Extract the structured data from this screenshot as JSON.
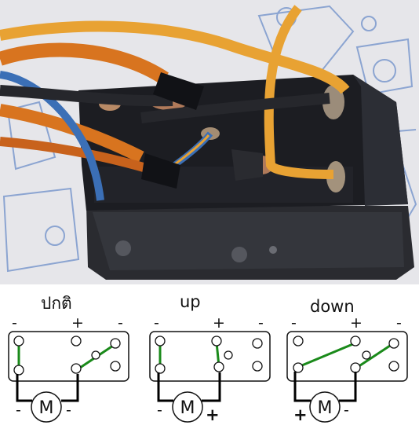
{
  "diagrams": [
    {
      "title": "ปกติ",
      "top_signs": [
        "-",
        "+",
        "-"
      ],
      "bottom_left_sign": "-",
      "bottom_right_sign": "-",
      "motor_label": "M"
    },
    {
      "title": "up",
      "top_signs": [
        "-",
        "+",
        "-"
      ],
      "bottom_left_sign": "-",
      "bottom_right_sign": "+",
      "motor_label": "M"
    },
    {
      "title": "down",
      "top_signs": [
        "-",
        "+",
        "-"
      ],
      "bottom_left_sign": "+",
      "bottom_right_sign": "-",
      "motor_label": "M"
    }
  ],
  "colors": {
    "jumper": "#1a8a1a",
    "wire": "#000000",
    "wire_orange": "#d8741f",
    "wire_yellow": "#e8a233",
    "wire_blue": "#3b6fb6",
    "switch_body": "#1c1d22"
  }
}
